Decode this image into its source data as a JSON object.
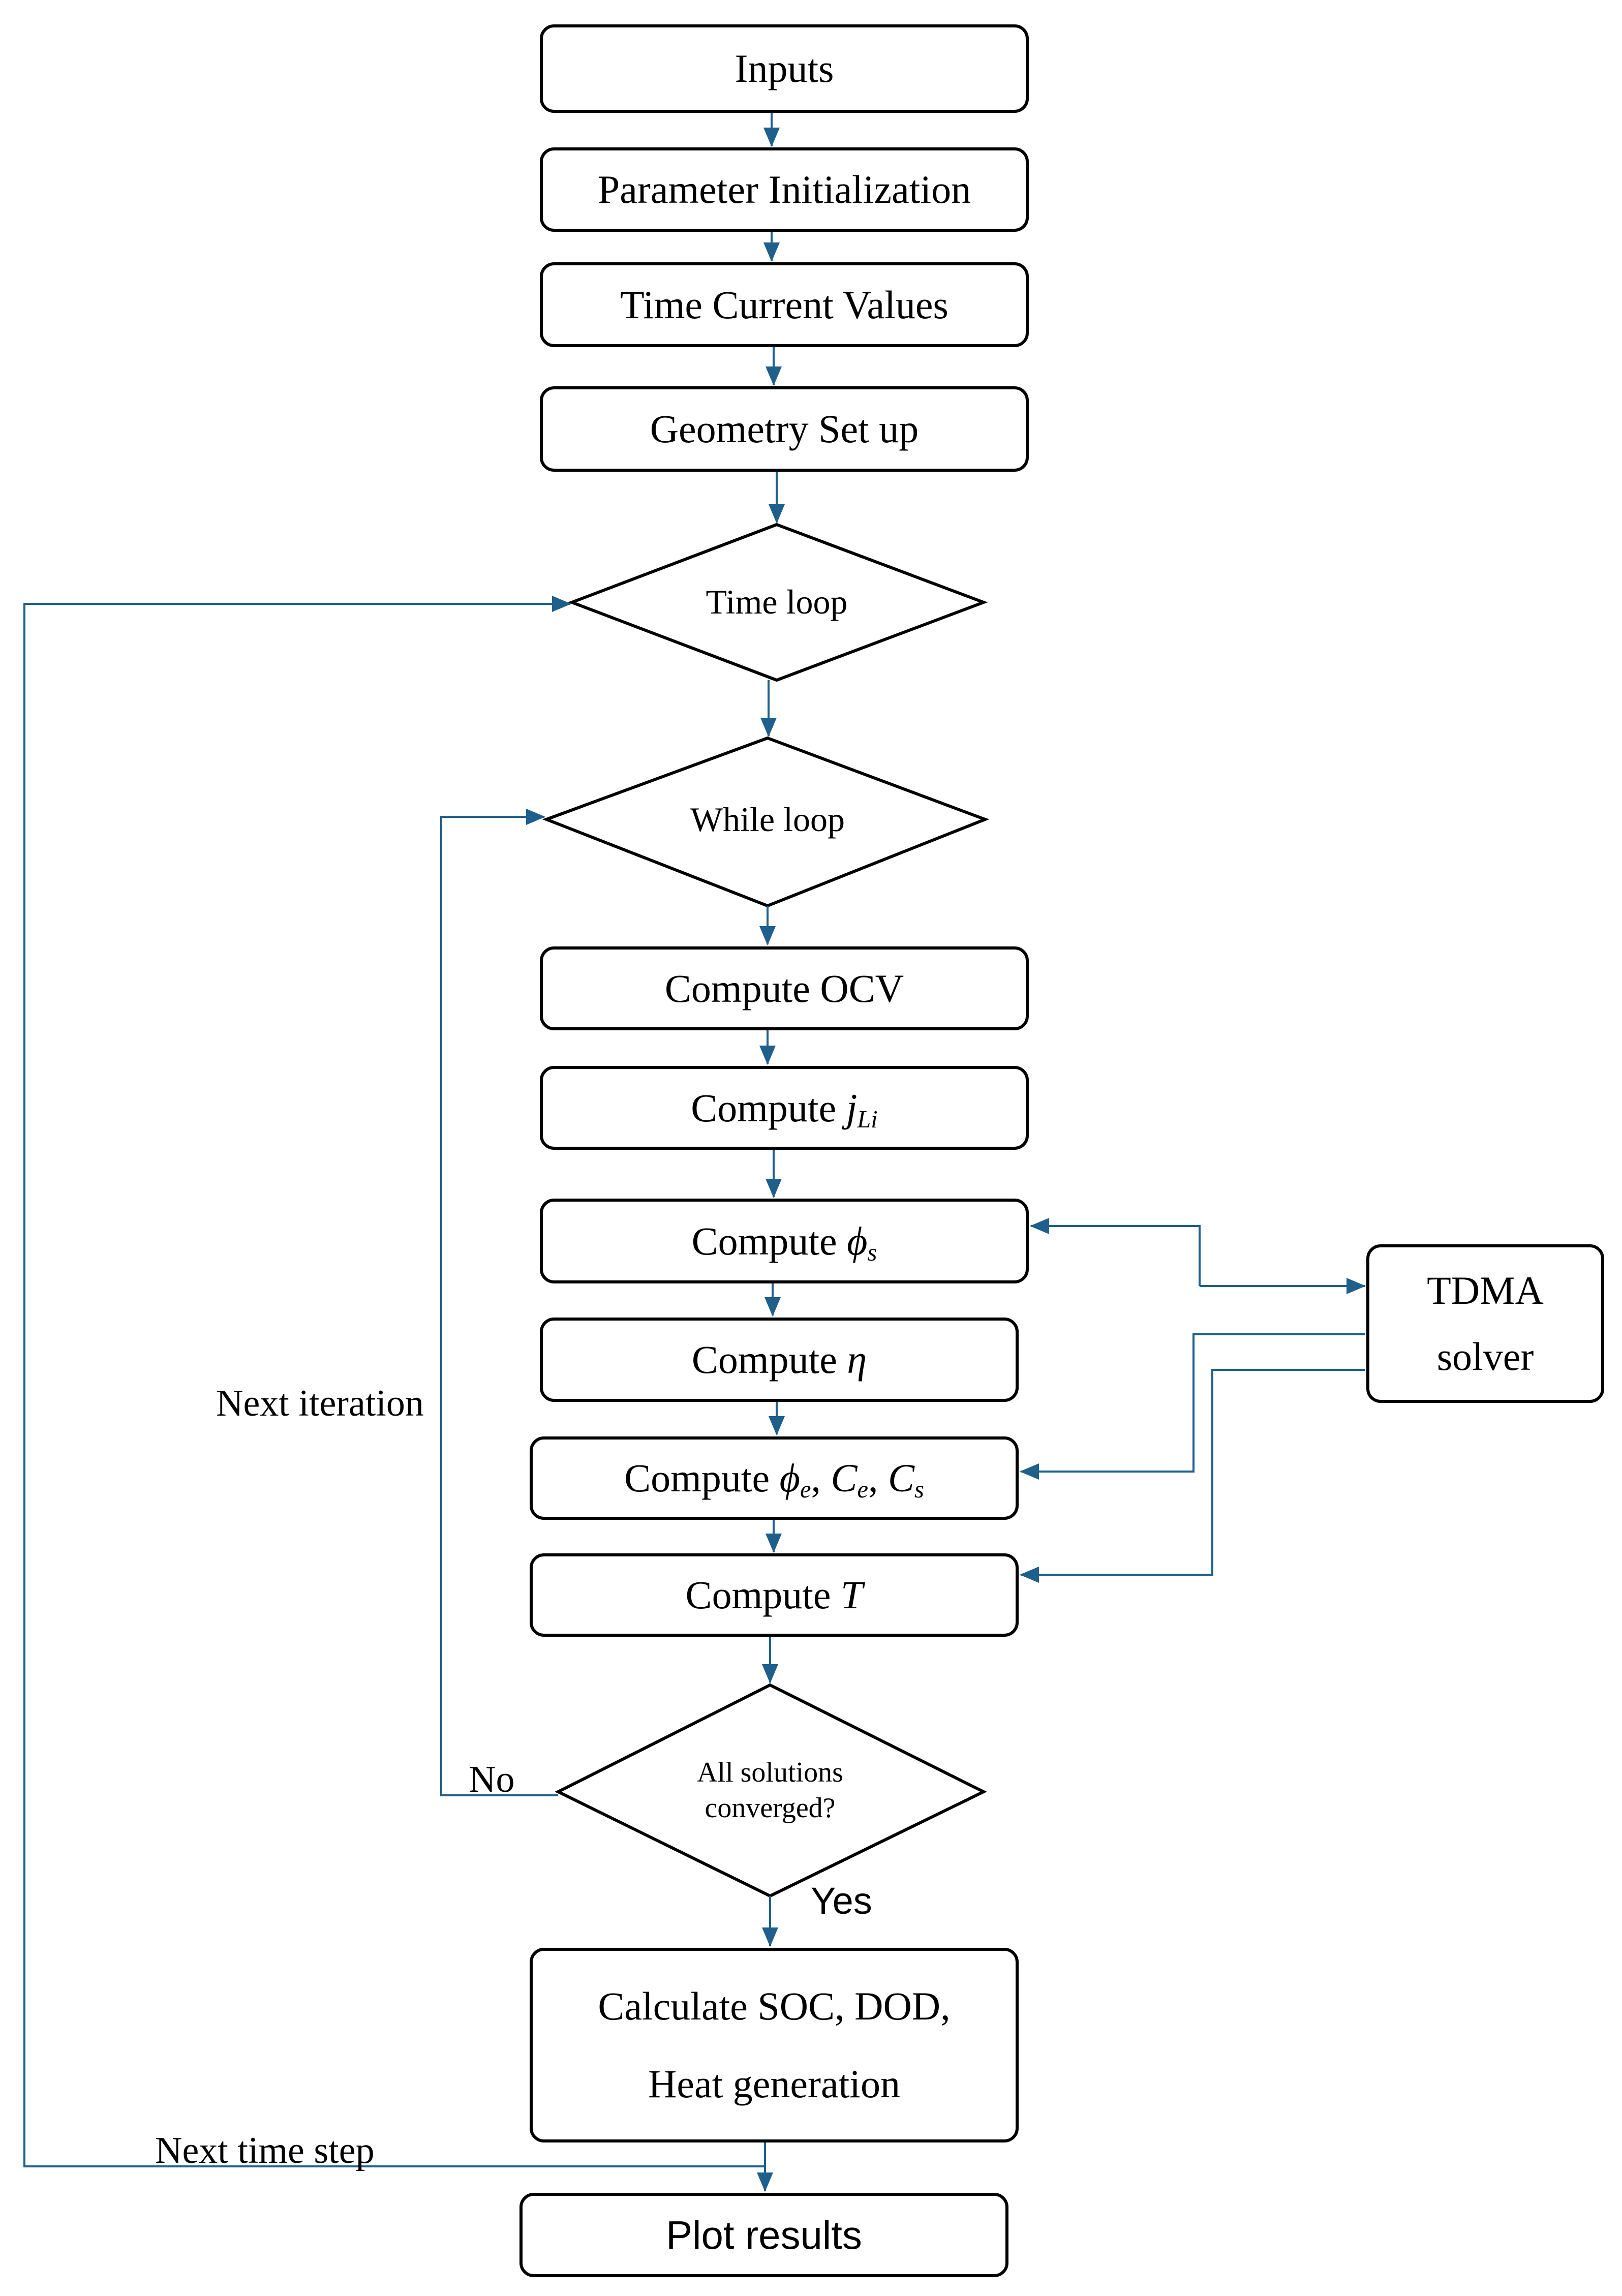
{
  "nodes": {
    "inputs": "Inputs",
    "param_init": "Parameter Initialization",
    "time_current": "Time Current Values",
    "geometry": "Geometry Set up",
    "time_loop": "Time loop",
    "while_loop": "While loop",
    "compute_ocv": "Compute OCV",
    "compute_jli": {
      "word": "Compute",
      "sym": "j",
      "sub": "Li"
    },
    "compute_phis": {
      "word": "Compute",
      "sym": "ϕ",
      "sub": "s"
    },
    "compute_eta": {
      "word": "Compute",
      "sym": "η"
    },
    "compute_phie": {
      "word": "Compute",
      "sym1": "ϕ",
      "sub1": "e",
      "sym2": "C",
      "sub2": "e",
      "sym3": "C",
      "sub3": "s"
    },
    "compute_t": {
      "word": "Compute",
      "sym": "T"
    },
    "converged": {
      "line1": "All solutions",
      "line2": "converged?"
    },
    "calculate": {
      "line1": "Calculate SOC, DOD,",
      "line2": "Heat generation"
    },
    "plot": "Plot results",
    "tdma": {
      "line1": "TDMA",
      "line2": "solver"
    }
  },
  "labels": {
    "next_iteration": "Next iteration",
    "no": "No",
    "yes": "Yes",
    "next_time_step": "Next time step"
  },
  "colors": {
    "line": "#1f5f8b",
    "border": "#000000"
  }
}
